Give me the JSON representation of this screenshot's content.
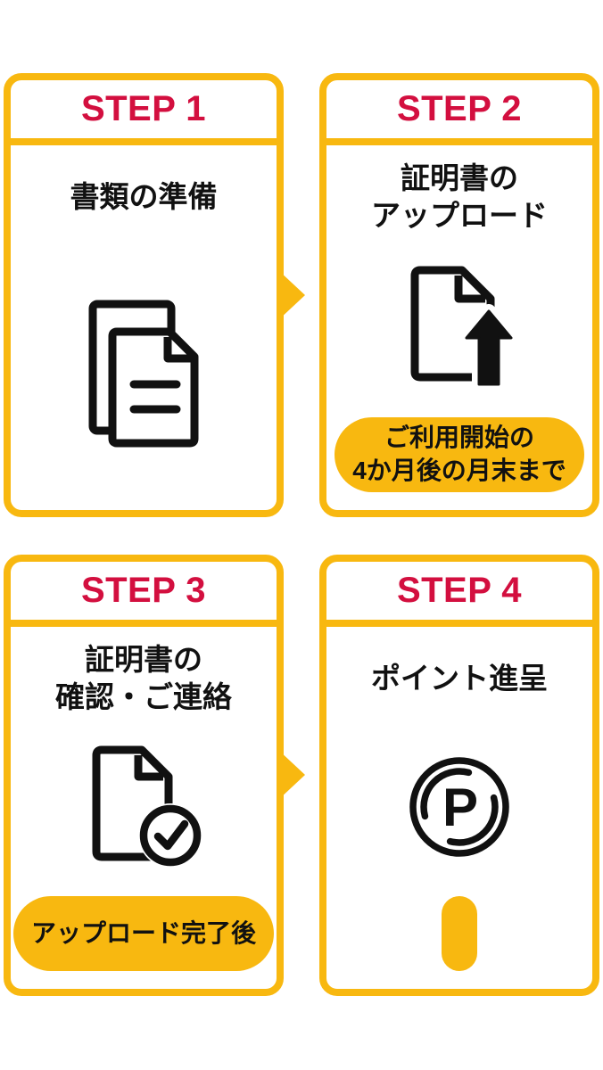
{
  "colors": {
    "accent_yellow": "#F8B810",
    "step_red": "#D30F3F",
    "text_black": "#111111",
    "card_background": "#FFFFFF"
  },
  "steps": [
    {
      "label": "STEP 1",
      "title_lines": [
        "書類の準備"
      ],
      "icon": "documents-icon"
    },
    {
      "label": "STEP 2",
      "title_lines": [
        "証明書の",
        "アップロード"
      ],
      "icon": "document-upload-icon",
      "badge_lines": [
        "ご利用開始の",
        "4か月後の月末まで"
      ]
    },
    {
      "label": "STEP 3",
      "title_lines": [
        "証明書の",
        "確認・ご連絡"
      ],
      "icon": "document-check-icon",
      "badge_lines": [
        "アップロード完了後"
      ]
    },
    {
      "label": "STEP 4",
      "title_lines": [
        "ポイント進呈"
      ],
      "icon": "point-circle-icon",
      "point_letter": "P"
    }
  ]
}
